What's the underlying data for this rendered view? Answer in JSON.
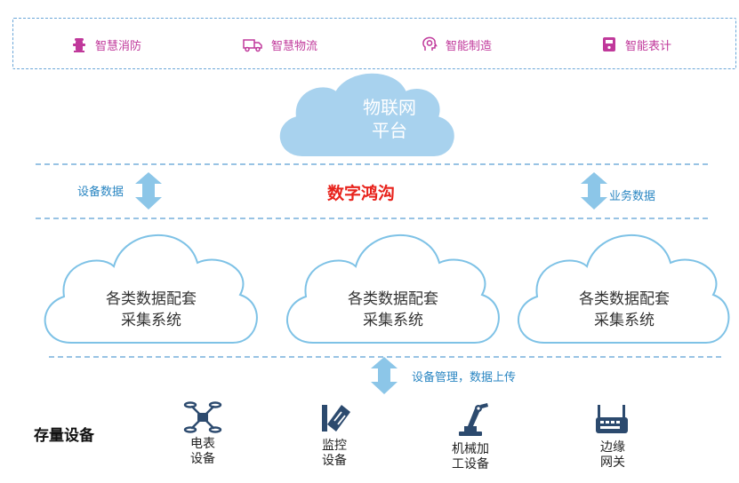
{
  "applications": [
    {
      "label": "智慧消防",
      "icon": "fire-hydrant-icon"
    },
    {
      "label": "智慧物流",
      "icon": "delivery-truck-icon"
    },
    {
      "label": "智能制造",
      "icon": "head-gear-icon"
    },
    {
      "label": "智能表计",
      "icon": "smart-meter-icon"
    }
  ],
  "cloud_platform": {
    "line1": "物联网",
    "line2": "平台"
  },
  "middle": {
    "title": "数字鸿沟",
    "left_label": "设备数据",
    "right_label": "业务数据"
  },
  "collection_clouds": [
    {
      "line1": "各类数据配套",
      "line2": "采集系统"
    },
    {
      "line1": "各类数据配套",
      "line2": "采集系统"
    },
    {
      "line1": "各类数据配套",
      "line2": "采集系统"
    }
  ],
  "upload_label": "设备管理，数据上传",
  "devices_title": "存量设备",
  "devices": [
    {
      "lines": [
        "电表",
        "设备"
      ],
      "icon": "drone-icon"
    },
    {
      "lines": [
        "监控",
        "设备"
      ],
      "icon": "surveillance-camera-icon"
    },
    {
      "lines": [
        "机械加",
        "工设备"
      ],
      "icon": "robot-arm-icon"
    },
    {
      "lines": [
        "边缘",
        "网关"
      ],
      "icon": "router-icon"
    }
  ],
  "colors": {
    "app_text": "#c0399b",
    "accent_blue": "#2a86c2",
    "cloud_fill": "#a8d2ee",
    "cloud_outline": "#7ec2e6",
    "arrow": "#8cc6e8",
    "title_red": "#e8231c",
    "dashed_line": "#5a9fd4"
  }
}
